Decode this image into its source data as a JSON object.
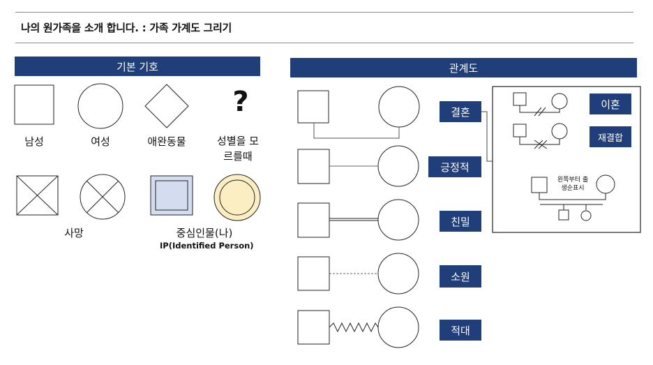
{
  "page": {
    "title": "나의 원가족을 소개 합니다. : 가족 가계도 그리기"
  },
  "basic_symbols": {
    "header": "기본 기호",
    "male": "남성",
    "female": "여성",
    "pet": "애완동물",
    "unknown_gender": "성별을 모르를때",
    "unknown_mark": "?",
    "death": "사망",
    "ip": "중심인물(나)",
    "ip_en": "IP(Identified Person)"
  },
  "relationships": {
    "header": "관계도",
    "marriage": "결혼",
    "positive": "긍정적",
    "close": "친밀",
    "distant": "소원",
    "hostile": "적대"
  },
  "marriage_box": {
    "divorce": "이혼",
    "remarriage": "재결합",
    "birth_order": "왼쪽부터 출생순표시"
  },
  "colors": {
    "header_bg": "#203f7a",
    "ip_square_fill": "#d4dcef",
    "ip_circle_fill": "#faeec2"
  }
}
